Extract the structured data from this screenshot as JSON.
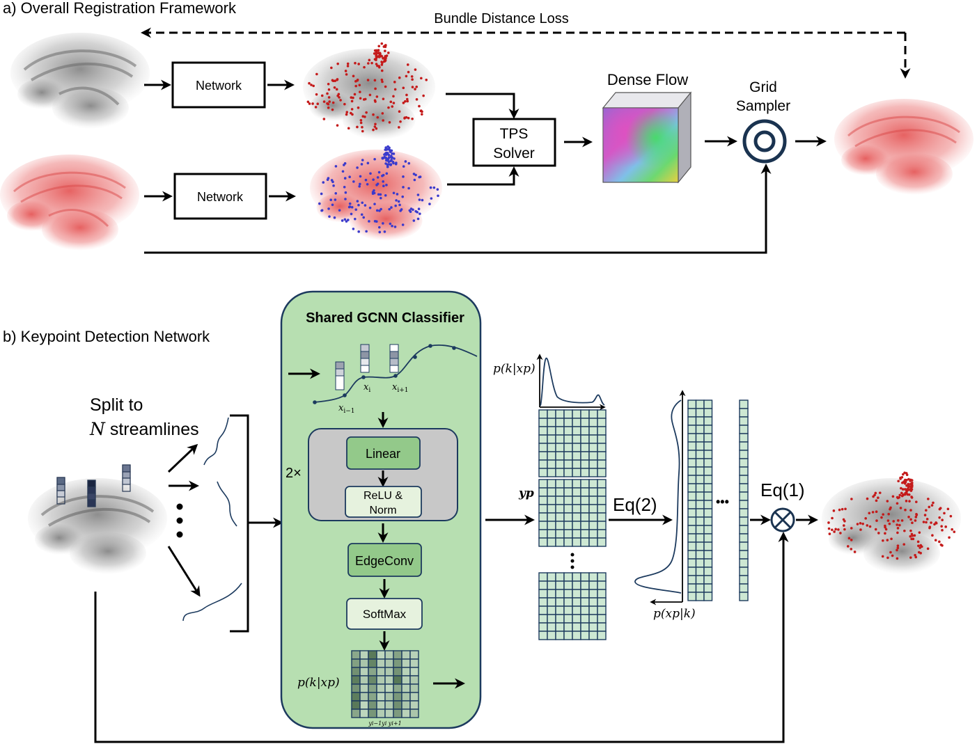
{
  "sections": {
    "a_title": "a) Overall Registration Framework",
    "b_title": "b) Keypoint Detection Network"
  },
  "top": {
    "loss_label": "Bundle Distance Loss",
    "network_label_1": "Network",
    "network_label_2": "Network",
    "tps_line1": "TPS",
    "tps_line2": "Solver",
    "dense_flow_label": "Dense Flow",
    "grid_sampler_line1": "Grid",
    "grid_sampler_line2": "Sampler"
  },
  "bottom": {
    "split_line1": "Split to",
    "split_n": "N",
    "split_line2_rest": " streamlines",
    "classifier_title": "Shared GCNN Classifier",
    "repeat_label": "2×",
    "linear_label": "Linear",
    "relu_line1": "ReLU &",
    "relu_line2": "Norm",
    "edgeconv_label": "EdgeConv",
    "softmax_label": "SoftMax",
    "x_prev": "x",
    "x_prev_sub": "i−1",
    "x_cur": "x",
    "x_cur_sub": "i",
    "x_next": "x",
    "x_next_sub": "i+1",
    "p_k_given_x_top": "p(k|xp)",
    "p_k_given_x_bottom": "p(k|xp)",
    "y_labels": "yi−1yi yi+1",
    "y_p": "yp",
    "eq2": "Eq(2)",
    "eq1": "Eq(1)",
    "p_x_given_k": "p(xp|k)",
    "ellipsis": "•••"
  },
  "colors": {
    "fiber_gray": "#8a8a8a",
    "fiber_red": "#e05a5a",
    "keypoint_red": "#c41a1a",
    "keypoint_blue": "#3a3acc",
    "panel_green": "#b7dfb1",
    "box_green": "#93c98a",
    "box_light_green": "#e6f2de",
    "module_gray": "#c8c8c8",
    "grid_navy": "#1c3a5e",
    "grid_cell": "#cde8d3",
    "sampler_navy": "#1a3350"
  }
}
